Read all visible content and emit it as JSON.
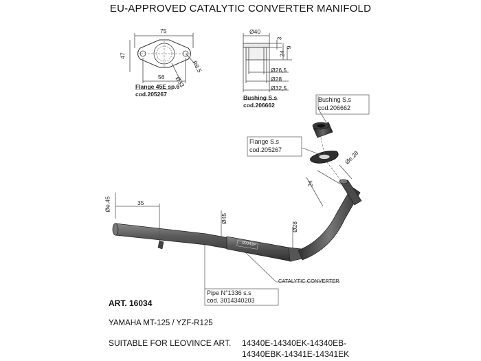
{
  "title": "EU-APPROVED CATALYTIC CONVERTER MANIFOLD",
  "flange_detail": {
    "dim_width": "75",
    "dim_height": "47",
    "dim_hole_spacing": "56",
    "dim_radius": "R8,5",
    "dim_diameter": "Ø33",
    "name": "Flange 45E sp.6",
    "code": "cod.205267"
  },
  "bushing_detail": {
    "dim_top_diameter": "Ø40",
    "dim_3": "3",
    "dim_9": "9",
    "dim_24": "24",
    "dim_d1": "Ø26,5",
    "dim_d2": "Ø28",
    "dim_d3": "Ø32,5",
    "name": "Bushing S.s",
    "code": "cod.206662"
  },
  "callouts": {
    "bushing_name": "Bushing S.s",
    "bushing_code": "cod.206662",
    "flange_name": "Flange S.s",
    "flange_code": "cod.205267",
    "pipe_name": "Pipe N°1336 s.s",
    "pipe_code": "cod. 3014340203",
    "catalytic": "CATALYTIC CONVERTER"
  },
  "pipe_dims": {
    "outlet_diameter": "Øe.45",
    "length_35": "35",
    "diameter_45": "Ø45",
    "diameter_28": "Ø28",
    "inlet_diameter": "Øe.28",
    "dim_24": "24",
    "stamp": "00043P"
  },
  "art_label": "ART. 16034",
  "model": "YAMAHA MT-125 / YZF-R125",
  "suitable_prefix": "SUITABLE FOR LEOVINCE ART.",
  "suitable_line1": "14340E-14340EK-14340EB-",
  "suitable_line2": "14340EBK-14341E-14341EK",
  "colors": {
    "metal_dark": "#3a3a3a",
    "metal_mid": "#6b6b6b",
    "metal_light": "#9a9a9a",
    "line": "#555555"
  }
}
